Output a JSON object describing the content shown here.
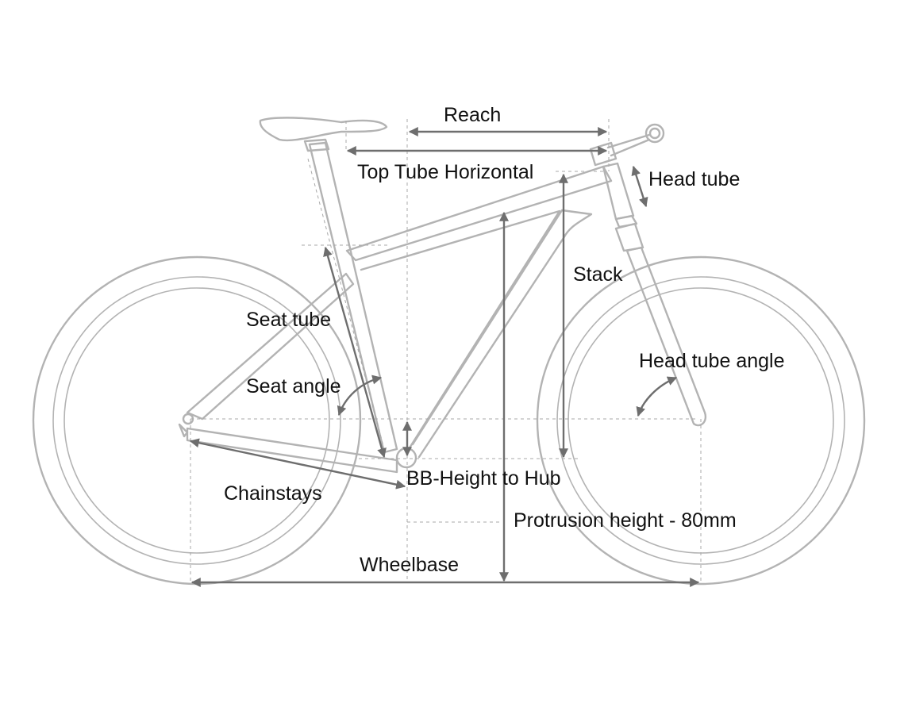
{
  "labels": {
    "reach": "Reach",
    "top_tube_horizontal": "Top Tube Horizontal",
    "head_tube": "Head tube",
    "stack": "Stack",
    "seat_tube": "Seat tube",
    "seat_angle": "Seat angle",
    "head_tube_angle": "Head tube angle",
    "bb_height_to_hub": "BB-Height to Hub",
    "chainstays": "Chainstays",
    "protrusion_height": "Protrusion height - 80mm",
    "wheelbase": "Wheelbase"
  },
  "colors": {
    "frame": "#b3b3b3",
    "dimension": "#6e6e6e",
    "guide": "#a8a8a8",
    "text": "#111111"
  }
}
